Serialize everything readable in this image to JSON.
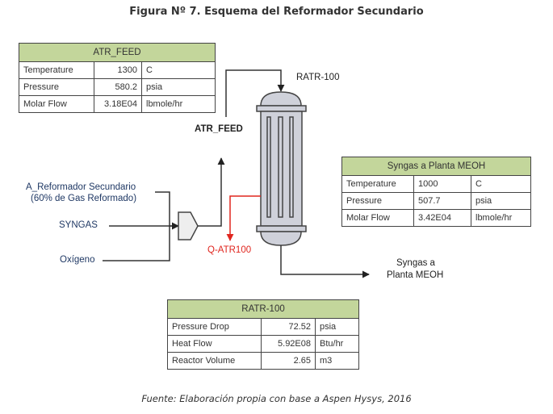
{
  "figure_title": "Figura Nº 7. Esquema del Reformador Secundario",
  "caption": "Fuente: Elaboración propia con base a Aspen Hysys, 2016",
  "colors": {
    "table_header": "#c3d69b",
    "energy_stream": "#e0261f",
    "reactor_fill": "#cfd1da"
  },
  "tables": {
    "atr_feed": {
      "title": "ATR_FEED",
      "rows": [
        {
          "property": "Temperature",
          "value": "1300",
          "unit": "C"
        },
        {
          "property": "Pressure",
          "value": "580.2",
          "unit": "psia"
        },
        {
          "property": "Molar Flow",
          "value": "3.18E04",
          "unit": "lbmole/hr"
        }
      ]
    },
    "syngas_meoh": {
      "title": "Syngas a Planta MEOH",
      "rows": [
        {
          "property": "Temperature",
          "value": "1000",
          "unit": "C"
        },
        {
          "property": "Pressure",
          "value": "507.7",
          "unit": "psia"
        },
        {
          "property": "Molar Flow",
          "value": "3.42E04",
          "unit": "lbmole/hr"
        }
      ]
    },
    "ratr_100": {
      "title": "RATR-100",
      "rows": [
        {
          "property": "Pressure Drop",
          "value": "72.52",
          "unit": "psia"
        },
        {
          "property": "Heat Flow",
          "value": "5.92E08",
          "unit": "Btu/hr"
        },
        {
          "property": "Reactor Volume",
          "value": "2.65",
          "unit": "m3"
        }
      ]
    }
  },
  "labels": {
    "reactor": "RATR-100",
    "atr_feed_stream": "ATR_FEED",
    "reformador_line1": "A_Reformador Secundario",
    "reformador_line2": "(60% de Gas Reformado)",
    "syngas": "SYNGAS",
    "oxigeno": "Oxígeno",
    "energy_stream": "Q-ATR100",
    "product_line1": "Syngas a",
    "product_line2": "Planta MEOH"
  }
}
